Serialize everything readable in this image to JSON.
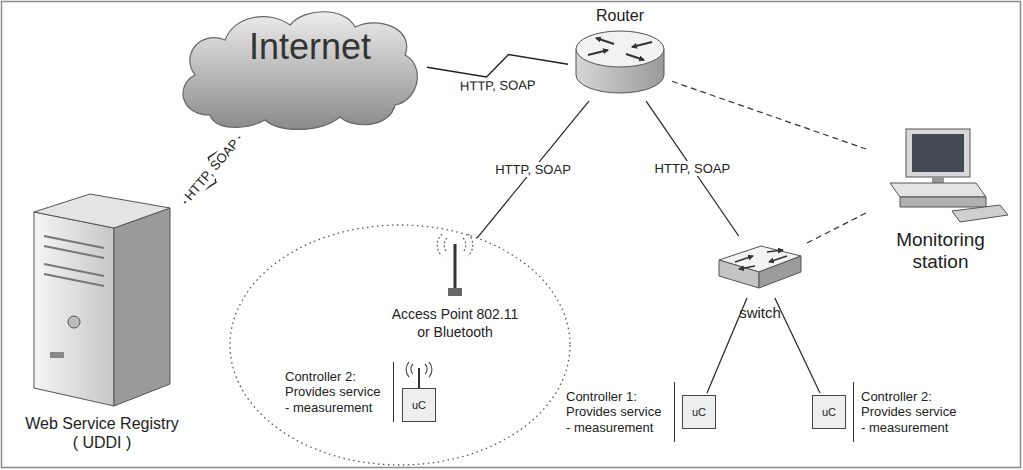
{
  "diagram": {
    "nodes": [
      {
        "text": [
          "Internet"
        ]
      },
      {
        "text": [
          "Router"
        ]
      },
      {
        "text": [
          "Web Service Registry ( UDDI )"
        ]
      },
      {
        "text": [
          "Access Point 802.11 or Bluetooth"
        ]
      },
      {
        "text": [
          "switch"
        ]
      },
      {
        "text": [
          "Monitoring station"
        ]
      },
      {
        "text": [
          "uC",
          "Controller 2: Provides service - measurement"
        ]
      },
      {
        "text": [
          "uC",
          "Controller 1: Provides service - measurement"
        ]
      },
      {
        "text": [
          "uC",
          "Controller 2: Provides service - measurement"
        ]
      }
    ],
    "edges": [
      {
        "from": 2,
        "to": 0,
        "label": "HTTP, SOAP",
        "arrow": "none"
      },
      {
        "from": 0,
        "to": 1,
        "label": "HTTP, SOAP",
        "arrow": "none"
      },
      {
        "from": 1,
        "to": 3,
        "label": "HTTP, SOAP",
        "arrow": "none"
      },
      {
        "from": 1,
        "to": 4,
        "label": "HTTP, SOAP",
        "arrow": "none"
      },
      {
        "from": 1,
        "to": 5,
        "arrow": "none"
      },
      {
        "from": 4,
        "to": 5,
        "arrow": "none"
      },
      {
        "from": 4,
        "to": 7,
        "arrow": "none"
      },
      {
        "from": 4,
        "to": 8,
        "arrow": "none"
      }
    ]
  }
}
